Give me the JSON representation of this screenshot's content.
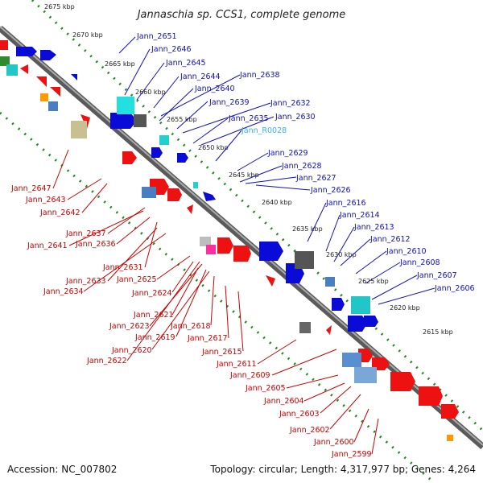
{
  "header": {
    "title": "Jannaschia sp. CCS1, complete genome"
  },
  "footer": {
    "accession": "Accession: NC_007802",
    "topology": "Topology: circular; Length: 4,317,977 bp; Genes: 4,264"
  },
  "scale_labels": [
    "2675 kbp",
    "2670 kbp",
    "2665 kbp",
    "2660 kbp",
    "2655 kbp",
    "2650 kbp",
    "2645 kbp",
    "2640 kbp",
    "2635 kbp",
    "2630 kbp",
    "2625 kbp",
    "2620 kbp",
    "2615 kbp"
  ],
  "top_labels": [
    "Jann_2651",
    "Jann_2646",
    "Jann_2645",
    "Jann_2644",
    "Jann_2638",
    "Jann_2640",
    "Jann_2639",
    "Jann_2632",
    "Jann_2635",
    "Jann_2630",
    "Jann_R0028",
    "Jann_2629",
    "Jann_2628",
    "Jann_2627",
    "Jann_2626",
    "Jann_2616",
    "Jann_2614",
    "Jann_2613",
    "Jann_2612",
    "Jann_2610",
    "Jann_2608",
    "Jann_2607",
    "Jann_2606"
  ],
  "bottom_labels": [
    "Jann_2647",
    "Jann_2643",
    "Jann_2642",
    "Jann_2637",
    "Jann_2641",
    "Jann_2636",
    "Jann_2631",
    "Jann_2633",
    "Jann_2625",
    "Jann_2634",
    "Jann_2624",
    "Jann_2621",
    "Jann_2623",
    "Jann_2618",
    "Jann_2619",
    "Jann_2617",
    "Jann_2620",
    "Jann_2615",
    "Jann_2622",
    "Jann_2611",
    "Jann_2609",
    "Jann_2605",
    "Jann_2604",
    "Jann_2603",
    "Jann_2602",
    "Jann_2600",
    "Jann_2599"
  ],
  "colors": {
    "forward_gene": "#0b0bd8",
    "reverse_gene": "#ee1111",
    "rna_gene": "#33b5e5",
    "backbone": "#888888",
    "ticks": "#1e8a1e"
  }
}
